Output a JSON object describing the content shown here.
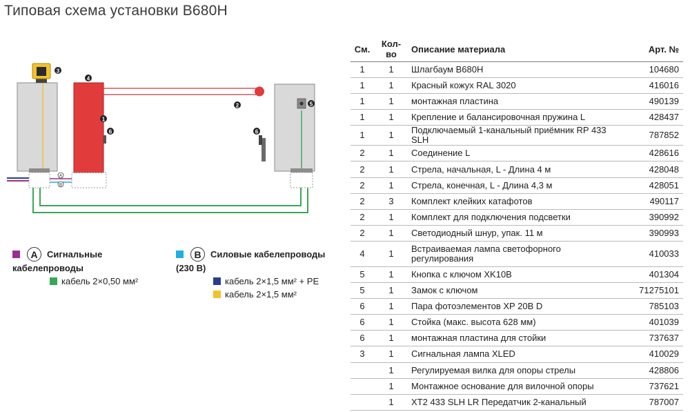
{
  "title": "Типовая схема установки B680H",
  "colors": {
    "signal_purple": "#9b2f8f",
    "cable_green": "#3aa657",
    "power_cyan": "#22aee0",
    "cable_navy": "#2a3d8f",
    "cable_yellow": "#f2c12e",
    "barrier_red": "#e23b3b",
    "housing_gray": "#d9d9d9"
  },
  "diagram": {
    "callouts": [
      "1",
      "2",
      "3",
      "4",
      "5",
      "6",
      "6"
    ],
    "marker_a": "A",
    "marker_b": "B"
  },
  "legend": {
    "signal": {
      "marker": "A",
      "label_line1": "Сигнальные",
      "label_line2": "кабелепроводы",
      "cable": "кабель 2×0,50 мм²"
    },
    "power": {
      "marker": "B",
      "sub": "(230 В)",
      "label": "Силовые кабелепроводы",
      "cable1": "кабель 2×1,5 мм² + PE",
      "cable2": "кабель 2×1,5 мм²"
    }
  },
  "table": {
    "headers": {
      "pos": "См.",
      "qty": "Кол-во",
      "desc": "Описание материала",
      "art": "Арт. №"
    },
    "rows": [
      {
        "pos": "1",
        "qty": "1",
        "desc": "Шлагбаум B680H",
        "art": "104680"
      },
      {
        "pos": "1",
        "qty": "1",
        "desc": "Красный кожух RAL 3020",
        "art": "416016"
      },
      {
        "pos": "1",
        "qty": "1",
        "desc": "монтажная пластина",
        "art": "490139"
      },
      {
        "pos": "1",
        "qty": "1",
        "desc": "Крепление и балансировочная пружина L",
        "art": "428437"
      },
      {
        "pos": "1",
        "qty": "1",
        "desc": "Подключаемый 1-канальный приёмник RP 433 SLH",
        "art": "787852"
      },
      {
        "pos": "2",
        "qty": "1",
        "desc": "Соединение L",
        "art": "428616"
      },
      {
        "pos": "2",
        "qty": "1",
        "desc": "Стрела, начальная, L - Длина 4 м",
        "art": "428048"
      },
      {
        "pos": "2",
        "qty": "1",
        "desc": "Стрела, конечная, L - Длина 4,3 м",
        "art": "428051"
      },
      {
        "pos": "2",
        "qty": "3",
        "desc": "Комплект клейких катафотов",
        "art": "490117"
      },
      {
        "pos": "2",
        "qty": "1",
        "desc": "Комплект для подключения подсветки",
        "art": "390992"
      },
      {
        "pos": "2",
        "qty": "1",
        "desc": "Светодиодный шнур, упак. 11 м",
        "art": "390993"
      },
      {
        "pos": "4",
        "qty": "1",
        "desc": "Встраиваемая лампа светофорного регулирования",
        "art": "410033",
        "tall": true
      },
      {
        "pos": "5",
        "qty": "1",
        "desc": "Кнопка с ключом XK10B",
        "art": "401304"
      },
      {
        "pos": "5",
        "qty": "1",
        "desc": "Замок с ключом",
        "art": "71275101"
      },
      {
        "pos": "6",
        "qty": "1",
        "desc": "Пара фотоэлементов XP 20B D",
        "art": "785103"
      },
      {
        "pos": "6",
        "qty": "1",
        "desc": "Стойка (макс. высота 628 мм)",
        "art": "401039"
      },
      {
        "pos": "6",
        "qty": "1",
        "desc": "монтажная пластина для стойки",
        "art": "737637"
      },
      {
        "pos": "3",
        "qty": "1",
        "desc": "Сигнальная лампа XLED",
        "art": "410029"
      },
      {
        "pos": "",
        "qty": "1",
        "desc": "Регулируемая вилка для опоры стрелы",
        "art": "428806"
      },
      {
        "pos": "",
        "qty": "1",
        "desc": "Монтажное основание для вилочной опоры",
        "art": "737621"
      },
      {
        "pos": "",
        "qty": "1",
        "desc": "XT2 433 SLH LR Передатчик 2-канальный",
        "art": "787007"
      }
    ]
  }
}
